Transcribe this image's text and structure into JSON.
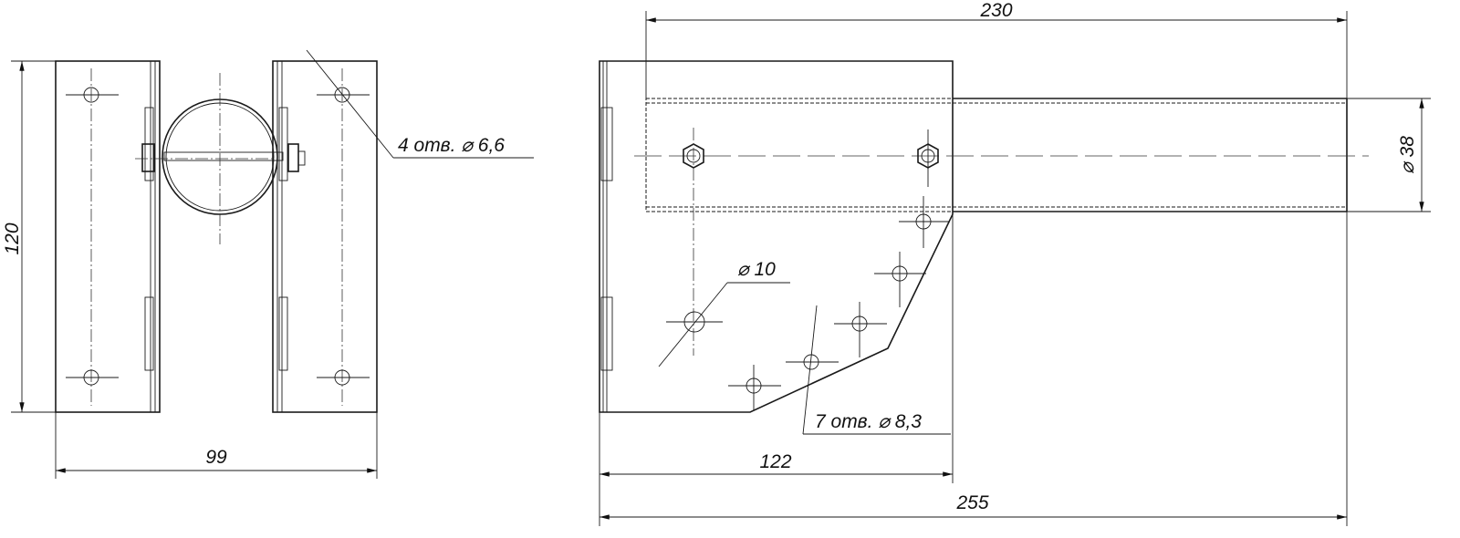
{
  "dimensions": {
    "height_left": "120",
    "width_left": "99",
    "length_top": "230",
    "tube_diameter": "⌀ 38",
    "bracket_width": "122",
    "overall_length": "255"
  },
  "callouts": {
    "holes_left": "4 отв. ⌀ 6,6",
    "big_hole": "⌀ 10",
    "holes_right": "7 отв. ⌀ 8,3"
  },
  "colors": {
    "line": "#1a1a1a",
    "background": "#ffffff"
  }
}
